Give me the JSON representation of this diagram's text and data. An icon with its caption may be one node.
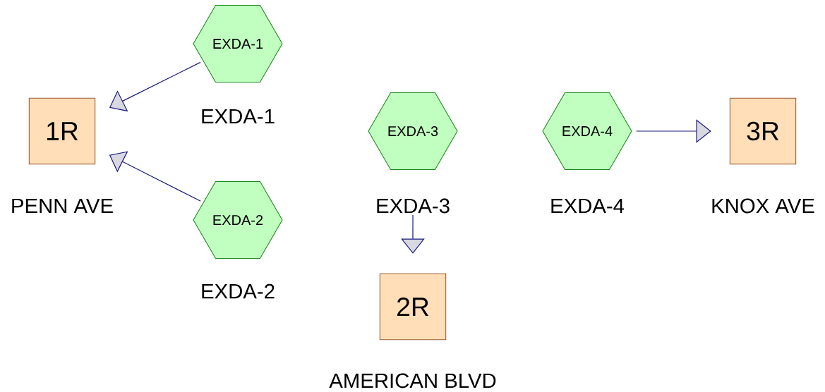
{
  "diagram": {
    "nodes": [
      {
        "text": [
          "EXDA-1"
        ],
        "beside": [
          "EXDA-1"
        ]
      },
      {
        "text": [
          "1R"
        ],
        "beside": [
          "PENN AVE"
        ]
      },
      {
        "text": [
          "EXDA-3"
        ],
        "beside": [
          "EXDA-3"
        ]
      },
      {
        "text": [
          "EXDA-4"
        ],
        "beside": [
          "EXDA-4"
        ]
      },
      {
        "text": [
          "3R"
        ],
        "beside": [
          "KNOX AVE"
        ]
      },
      {
        "text": [
          "EXDA-2"
        ],
        "beside": [
          "EXDA-2"
        ]
      },
      {
        "text": [
          "2R"
        ],
        "beside": [
          "AMERICAN BLVD"
        ]
      }
    ],
    "edges": [
      {
        "from": 0,
        "to": 1,
        "arrow": "to"
      },
      {
        "from": 5,
        "to": 1,
        "arrow": "to"
      },
      {
        "from": 2,
        "to": 6,
        "arrow": "to"
      },
      {
        "from": 3,
        "to": 4,
        "arrow": "to"
      }
    ]
  }
}
